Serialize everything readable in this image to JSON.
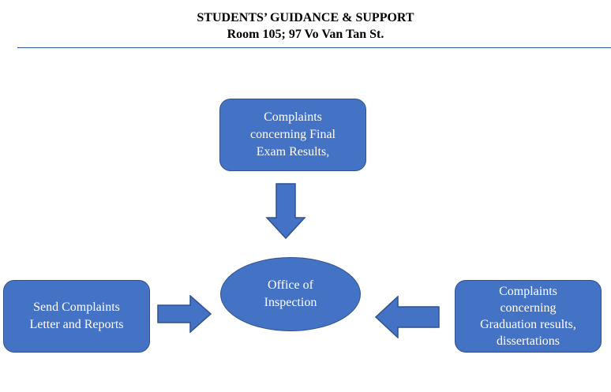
{
  "header": {
    "line1": "STUDENTS’ GUIDANCE & SUPPORT",
    "line2": "Room 105; 97 Vo Van Tan St."
  },
  "diagram": {
    "center": "Office of\nInspection",
    "top_box": "Complaints\nconcerning Final\nExam Results,",
    "left_box": "Send Complaints\nLetter and Reports",
    "right_box": "Complaints\nconcerning\nGraduation results,\ndissertations"
  },
  "colors": {
    "shape_fill": "#4472c4",
    "shape_border": "#2f528f",
    "text": "#ffffff",
    "rule": "#2f5597"
  },
  "icons": {
    "top_arrow": "down-arrow-icon",
    "left_arrow": "right-arrow-icon",
    "right_arrow": "left-arrow-icon"
  }
}
